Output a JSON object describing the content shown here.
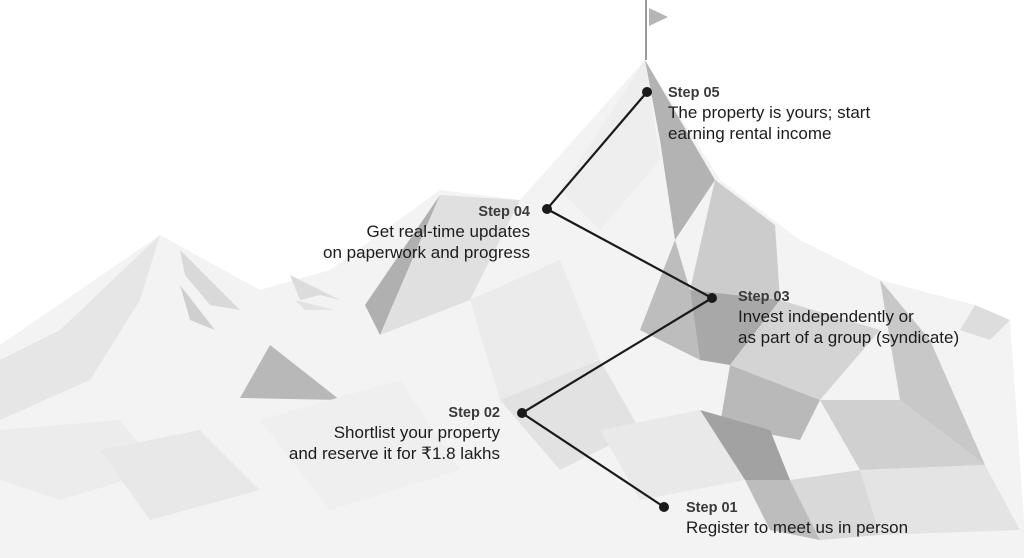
{
  "steps": [
    {
      "label": "Step 01",
      "line1": "Register to meet us in person",
      "line2": ""
    },
    {
      "label": "Step 02",
      "line1": "Shortlist your property",
      "line2": "and reserve it for ₹1.8 lakhs"
    },
    {
      "label": "Step 03",
      "line1": "Invest independently or",
      "line2": "as part of a group (syndicate)"
    },
    {
      "label": "Step 04",
      "line1": "Get real-time updates",
      "line2": "on paperwork and progress"
    },
    {
      "label": "Step 05",
      "line1": "The property is yours; start",
      "line2": "earning rental income"
    }
  ],
  "colors": {
    "path": "#1a1a1a",
    "mountain_light": "#efefef",
    "mountain_mid": "#d6d6d6",
    "mountain_dark": "#a9a9a9",
    "flag": "#b5b5b5"
  }
}
